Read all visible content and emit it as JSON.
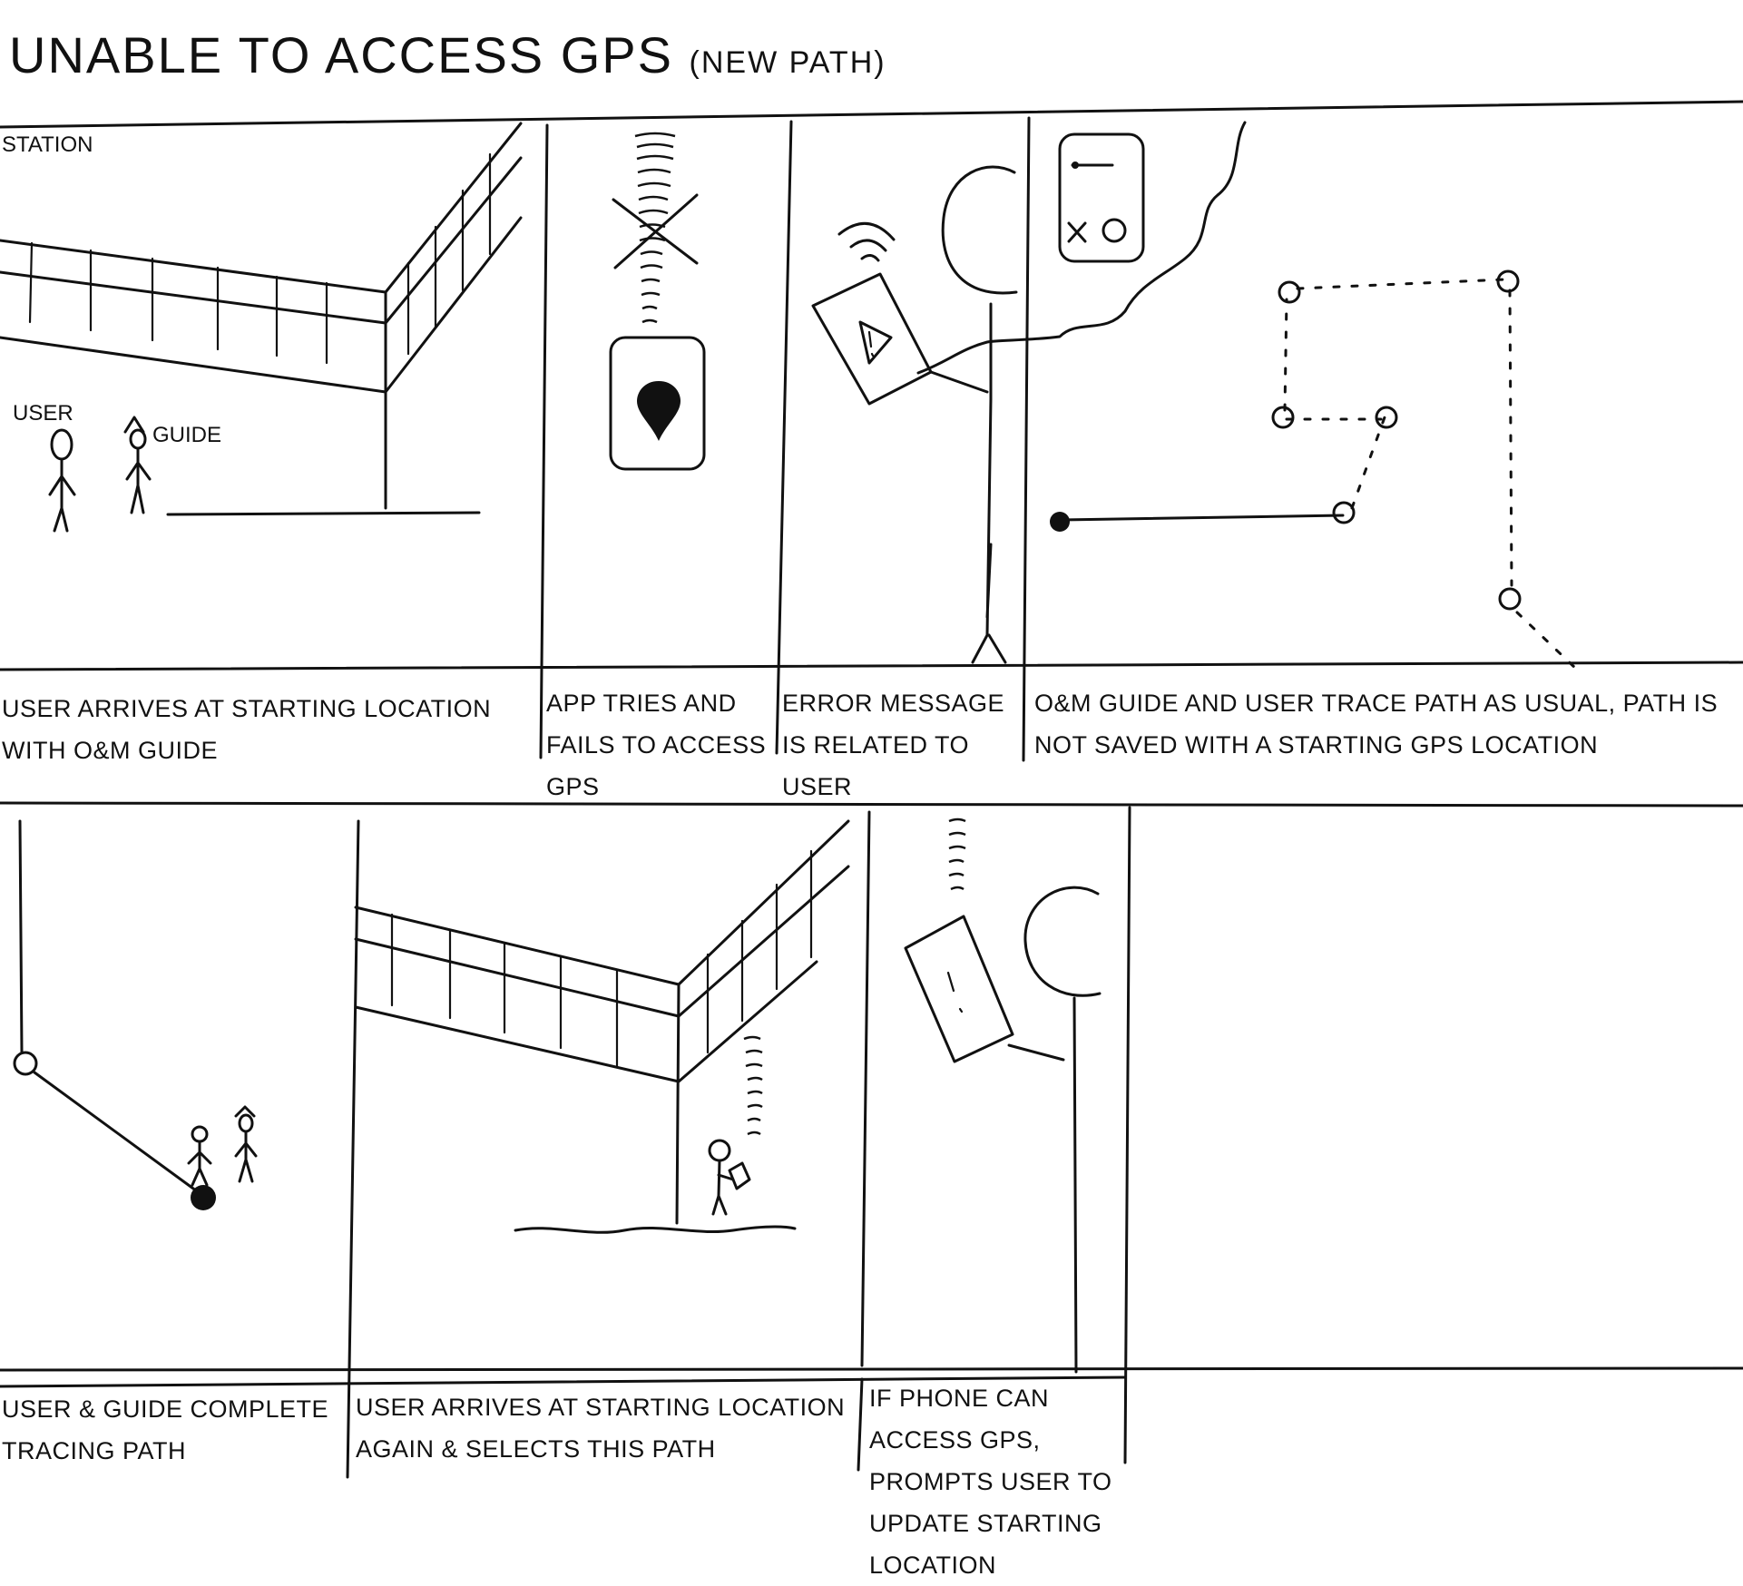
{
  "title": {
    "main": "Unable to access GPS",
    "sub": "(new path)"
  },
  "panels_row1": {
    "p1": {
      "scene_label": "Station",
      "user_label": "User",
      "guide_label": "Guide",
      "caption": "User arrives at starting location with O&M guide"
    },
    "p2": {
      "caption": "App tries and fails to access GPS"
    },
    "p3": {
      "caption": "Error message is related to user"
    },
    "p4": {
      "caption": "O&M guide and user trace path as usual, path is not saved with a starting GPS location"
    }
  },
  "panels_row2": {
    "p5": {
      "caption": "User & guide complete tracing path"
    },
    "p6": {
      "caption": "User arrives at starting location again & selects this path"
    },
    "p7": {
      "caption": "If phone can access GPS, prompts user to update starting location"
    }
  },
  "icons": [
    "map-pin-icon",
    "warning-icon",
    "signal-icon",
    "gps-off-icon"
  ]
}
